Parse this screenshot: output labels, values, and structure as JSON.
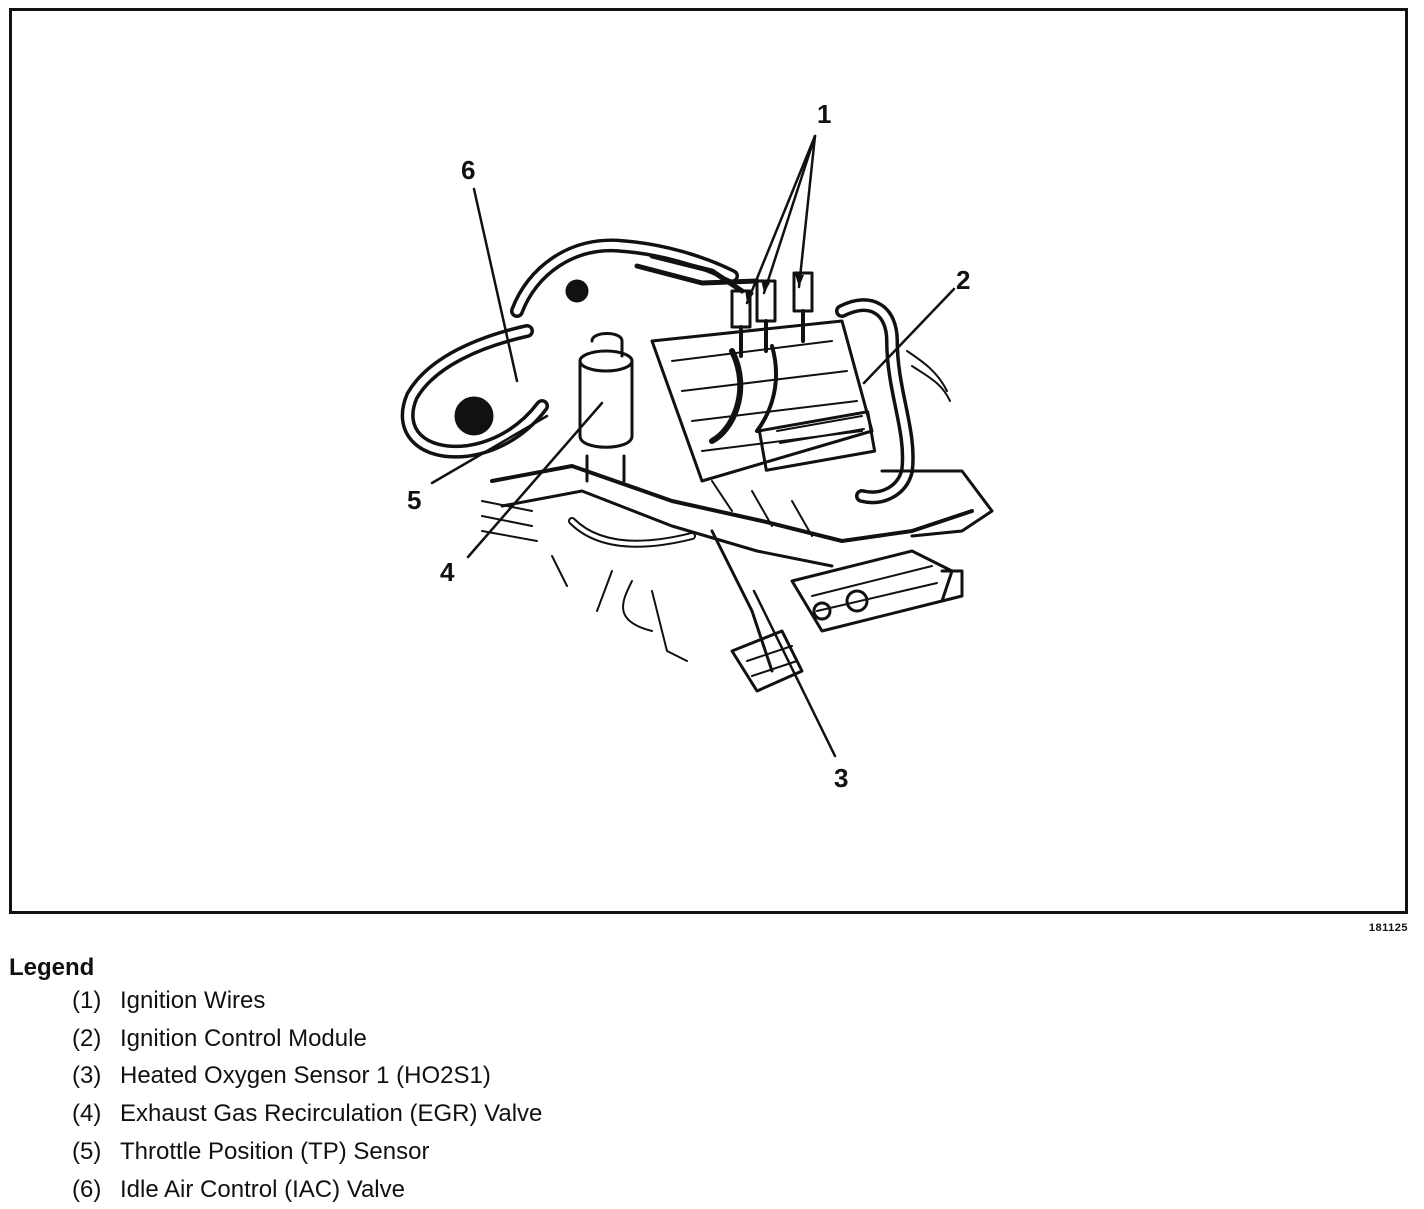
{
  "figure": {
    "id": "181125",
    "callouts": [
      "1",
      "2",
      "3",
      "4",
      "5",
      "6"
    ]
  },
  "legend": {
    "title": "Legend",
    "items": [
      {
        "num": "(1)",
        "label": "Ignition Wires"
      },
      {
        "num": "(2)",
        "label": "Ignition Control Module"
      },
      {
        "num": "(3)",
        "label": "Heated Oxygen Sensor 1 (HO2S1)"
      },
      {
        "num": "(4)",
        "label": "Exhaust Gas Recirculation (EGR) Valve"
      },
      {
        "num": "(5)",
        "label": "Throttle Position (TP) Sensor"
      },
      {
        "num": "(6)",
        "label": "Idle Air Control (IAC) Valve"
      }
    ]
  }
}
